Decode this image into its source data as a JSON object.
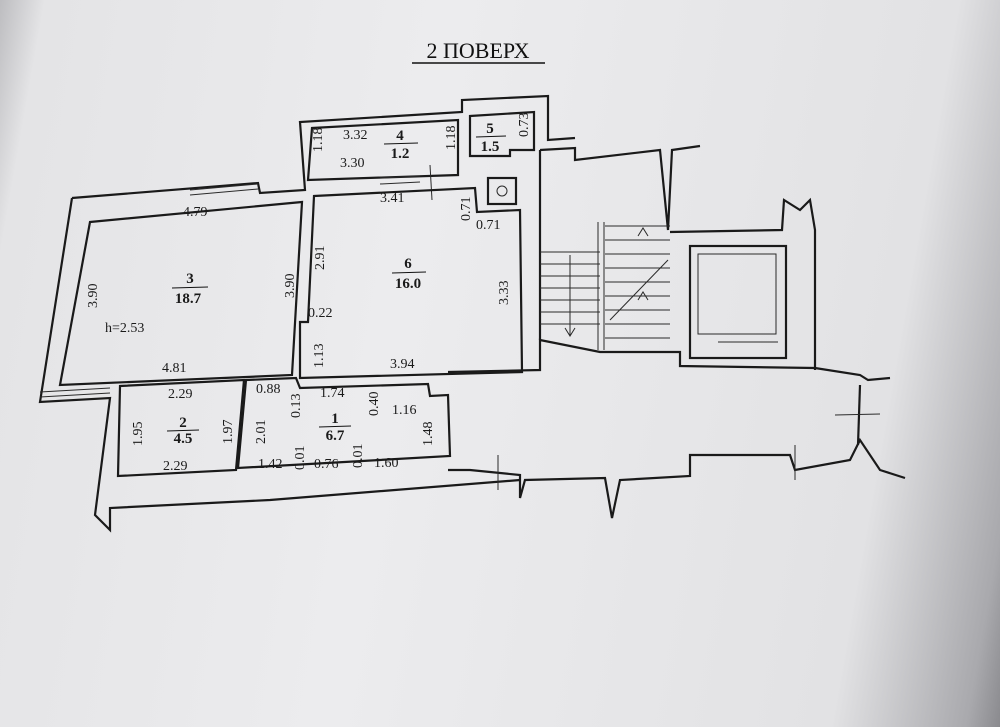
{
  "title": "2 ПОВЕРХ",
  "rooms": [
    {
      "number": "1",
      "area": "6.7"
    },
    {
      "number": "2",
      "area": "4.5"
    },
    {
      "number": "3",
      "area": "18.7"
    },
    {
      "number": "4",
      "area": "1.2"
    },
    {
      "number": "5",
      "area": "1.5"
    },
    {
      "number": "6",
      "area": "16.0"
    }
  ],
  "height": "h=2.53",
  "dims": {
    "r4_top": "3.32",
    "r4_bottom": "3.30",
    "r4_left": "1.18",
    "r4_right": "1.18",
    "r5_right": "0.73",
    "r3_top": "4.79",
    "r3_bottom": "4.81",
    "r3_left": "3.90",
    "r3_right": "3.90",
    "r6_top": "3.41",
    "r6_left": "2.91",
    "r6_step": "0.22",
    "r6_left2": "1.13",
    "r6_right": "3.33",
    "r6_bottom": "3.94",
    "r6_vent_v": "0.71",
    "r6_vent_h": "0.71",
    "r2_top": "2.29",
    "r2_bottom": "2.29",
    "r2_left": "1.95",
    "r2_right": "1.97",
    "r1_a": "0.88",
    "r1_b": "0.13",
    "r1_c": "1.74",
    "r1_d": "0.40",
    "r1_e": "1.16",
    "r1_f": "1.48",
    "r1_left": "2.01",
    "r1_g": "1.42",
    "r1_h": "0.01",
    "r1_i": "0.76",
    "r1_j": "0.01",
    "r1_k": "1.60"
  }
}
